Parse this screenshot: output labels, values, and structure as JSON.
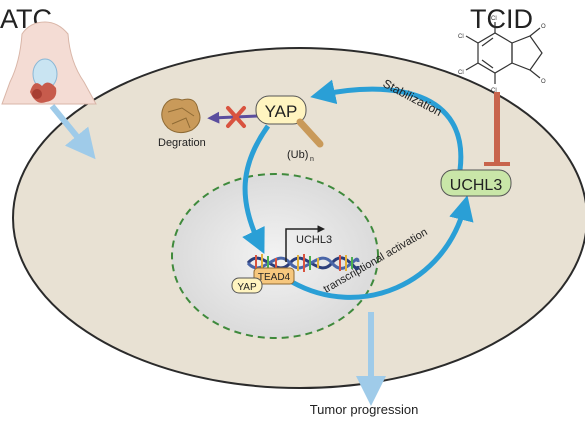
{
  "labels": {
    "atc": "ATC",
    "tcid": "TCID",
    "yap": "YAP",
    "ub": "(Ub)",
    "ub_sub": "n",
    "degradation": "Degration",
    "uchl3_box": "UCHL3",
    "uchl3_gene": "UCHL3",
    "tead4": "TEAD4",
    "yap_small": "YAP",
    "stabilization": "Stabilization",
    "transcriptional": "transcriptional activation",
    "tumor": "Tumor progression",
    "cl": "Cl",
    "o": "O"
  },
  "colors": {
    "cell_fill": "#e8e1d3",
    "cell_stroke": "#2b2b2b",
    "nucleus_stroke": "#3f8a3c",
    "arrow_blue": "#2a9fd6",
    "light_blue": "#9fcbe9",
    "inhibit": "#c8644c",
    "yap_fill": "#fff4c0",
    "uchl3_fill": "#c9e6a8",
    "tead_fill": "#f6c77e",
    "cross": "#d9533f",
    "degr_arrow": "#5b4e9e",
    "tan": "#c99a5a"
  }
}
